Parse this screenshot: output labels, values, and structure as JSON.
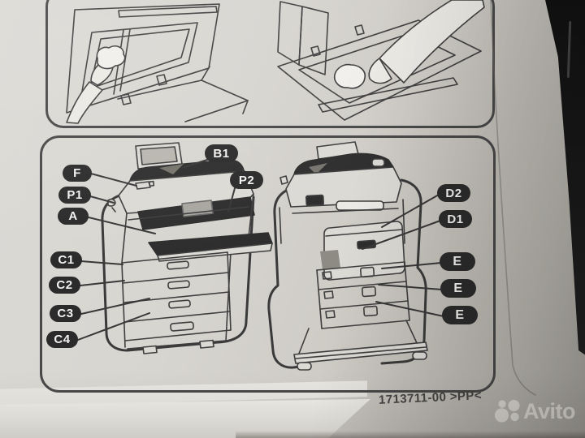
{
  "sheet": {
    "part_code": "1713711-00 >PP<",
    "colors": {
      "paper": "#d6d4cf",
      "line": "#3e3e3e",
      "label_bg": "#2b2b2c",
      "label_text": "#f3f2f0",
      "dark_edge": "#1a1a1a"
    }
  },
  "panels": {
    "top": {
      "illustrations": [
        {
          "icon": "hand-wiping-document-mat-illustration"
        },
        {
          "icon": "hand-wiping-scanner-glass-illustration"
        }
      ]
    },
    "bottom": {
      "illustrations": [
        {
          "icon": "printer-front-view-illustration"
        },
        {
          "icon": "printer-rear-view-illustration"
        }
      ]
    }
  },
  "callouts": [
    {
      "label": "B1"
    },
    {
      "label": "F"
    },
    {
      "label": "P1"
    },
    {
      "label": "A"
    },
    {
      "label": "C1"
    },
    {
      "label": "C2"
    },
    {
      "label": "C3"
    },
    {
      "label": "C4"
    },
    {
      "label": "P2"
    },
    {
      "label": "D2"
    },
    {
      "label": "D1"
    },
    {
      "label": "E"
    },
    {
      "label": "E"
    },
    {
      "label": "E"
    }
  ],
  "watermark": {
    "text": "Avito"
  }
}
